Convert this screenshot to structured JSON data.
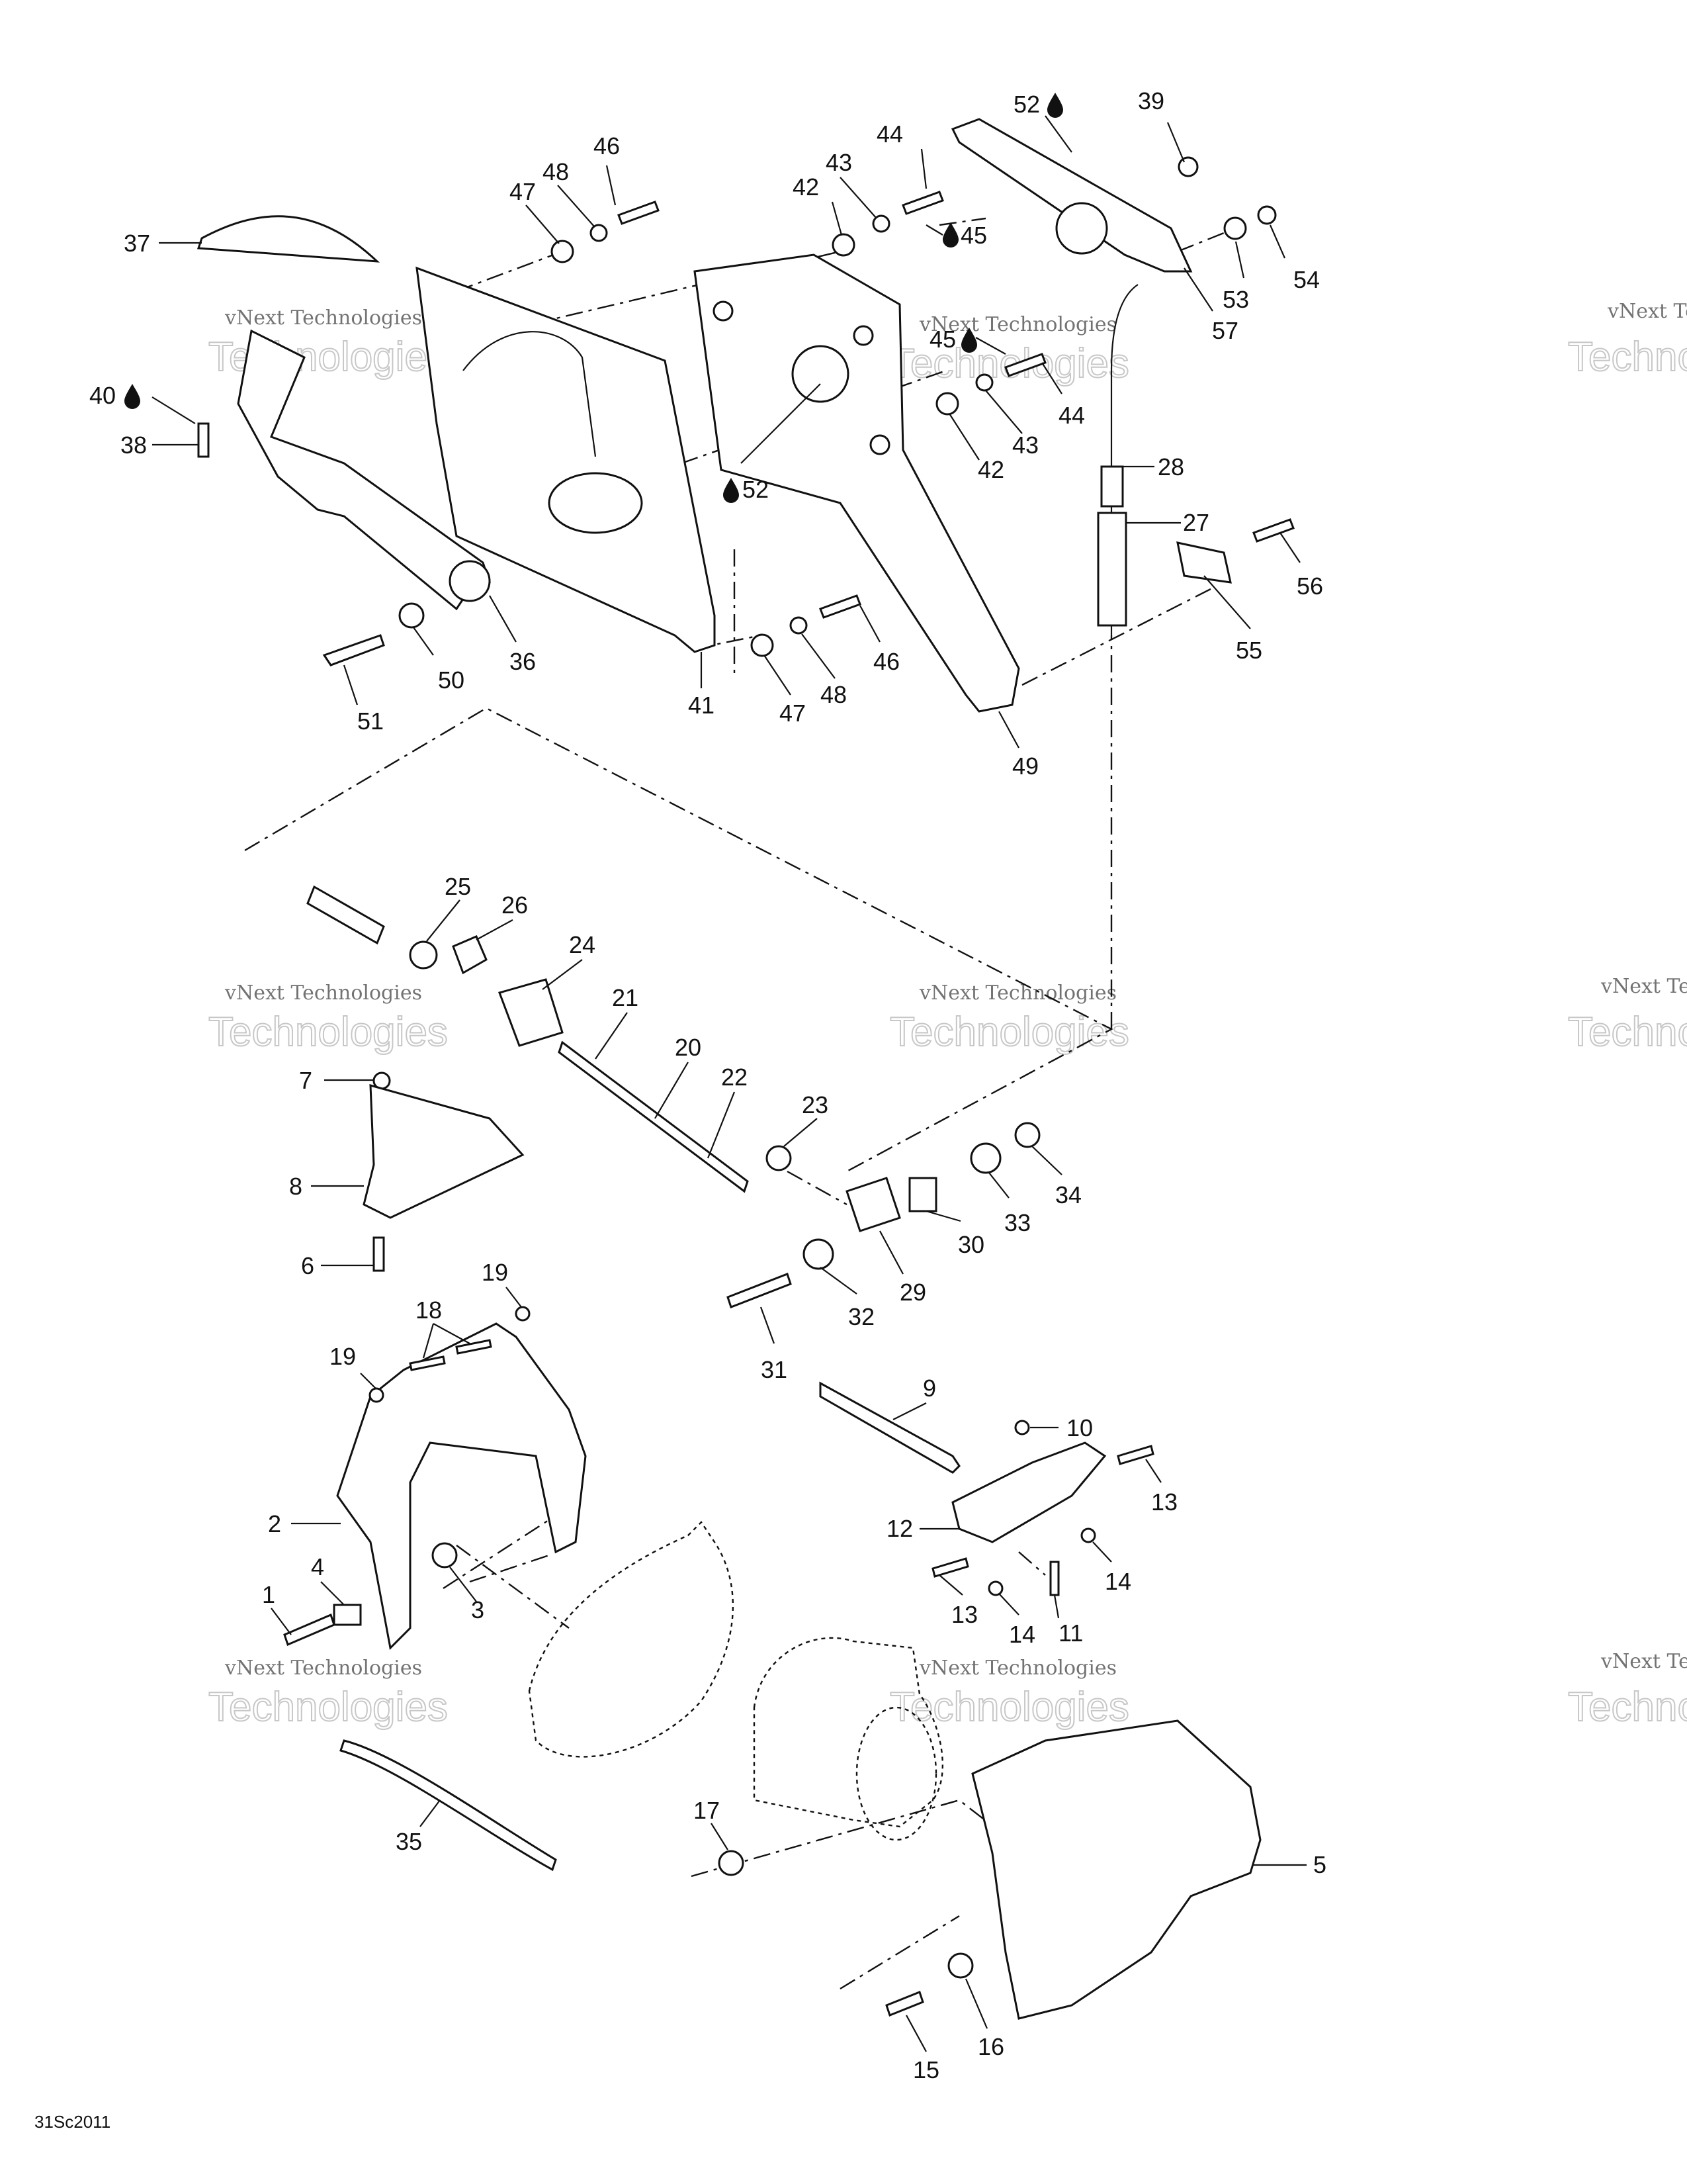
{
  "diagram_code": "31Sc2011",
  "watermark": {
    "line1": "vNext Technologies",
    "line2": "Technologies",
    "small": "vNext"
  },
  "callouts": [
    {
      "id": "c52a",
      "text": "52",
      "drop": true
    },
    {
      "id": "c39",
      "text": "39"
    },
    {
      "id": "c44a",
      "text": "44"
    },
    {
      "id": "c43a",
      "text": "43"
    },
    {
      "id": "c42a",
      "text": "42"
    },
    {
      "id": "c46a",
      "text": "46"
    },
    {
      "id": "c48a",
      "text": "48"
    },
    {
      "id": "c47a",
      "text": "47"
    },
    {
      "id": "c45a",
      "text": "45",
      "drop": true
    },
    {
      "id": "c54",
      "text": "54"
    },
    {
      "id": "c53",
      "text": "53"
    },
    {
      "id": "c57",
      "text": "57"
    },
    {
      "id": "c37",
      "text": "37"
    },
    {
      "id": "c45b",
      "text": "45",
      "drop": true
    },
    {
      "id": "c44b",
      "text": "44"
    },
    {
      "id": "c43b",
      "text": "43"
    },
    {
      "id": "c42b",
      "text": "42"
    },
    {
      "id": "c40",
      "text": "40",
      "drop": true
    },
    {
      "id": "c38",
      "text": "38"
    },
    {
      "id": "c52b",
      "text": "52",
      "drop": true
    },
    {
      "id": "c28",
      "text": "28"
    },
    {
      "id": "c27",
      "text": "27"
    },
    {
      "id": "c56",
      "text": "56"
    },
    {
      "id": "c55",
      "text": "55"
    },
    {
      "id": "c36",
      "text": "36"
    },
    {
      "id": "c50",
      "text": "50"
    },
    {
      "id": "c51",
      "text": "51"
    },
    {
      "id": "c41",
      "text": "41"
    },
    {
      "id": "c46b",
      "text": "46"
    },
    {
      "id": "c48b",
      "text": "48"
    },
    {
      "id": "c47b",
      "text": "47"
    },
    {
      "id": "c49",
      "text": "49"
    },
    {
      "id": "c25",
      "text": "25"
    },
    {
      "id": "c26",
      "text": "26"
    },
    {
      "id": "c24",
      "text": "24"
    },
    {
      "id": "c21",
      "text": "21"
    },
    {
      "id": "c20",
      "text": "20"
    },
    {
      "id": "c22",
      "text": "22"
    },
    {
      "id": "c7",
      "text": "7"
    },
    {
      "id": "c23",
      "text": "23"
    },
    {
      "id": "c8",
      "text": "8"
    },
    {
      "id": "c34",
      "text": "34"
    },
    {
      "id": "c33",
      "text": "33"
    },
    {
      "id": "c30",
      "text": "30"
    },
    {
      "id": "c29",
      "text": "29"
    },
    {
      "id": "c6",
      "text": "6"
    },
    {
      "id": "c32",
      "text": "32"
    },
    {
      "id": "c19a",
      "text": "19"
    },
    {
      "id": "c18",
      "text": "18"
    },
    {
      "id": "c19b",
      "text": "19"
    },
    {
      "id": "c31",
      "text": "31"
    },
    {
      "id": "c9",
      "text": "9"
    },
    {
      "id": "c10",
      "text": "10"
    },
    {
      "id": "c13a",
      "text": "13"
    },
    {
      "id": "c2",
      "text": "2"
    },
    {
      "id": "c12",
      "text": "12"
    },
    {
      "id": "c1",
      "text": "1"
    },
    {
      "id": "c4",
      "text": "4"
    },
    {
      "id": "c3",
      "text": "3"
    },
    {
      "id": "c14a",
      "text": "14"
    },
    {
      "id": "c13b",
      "text": "13"
    },
    {
      "id": "c14b",
      "text": "14"
    },
    {
      "id": "c11",
      "text": "11"
    },
    {
      "id": "c35",
      "text": "35"
    },
    {
      "id": "c17",
      "text": "17"
    },
    {
      "id": "c5",
      "text": "5"
    },
    {
      "id": "c16",
      "text": "16"
    },
    {
      "id": "c15",
      "text": "15"
    }
  ]
}
